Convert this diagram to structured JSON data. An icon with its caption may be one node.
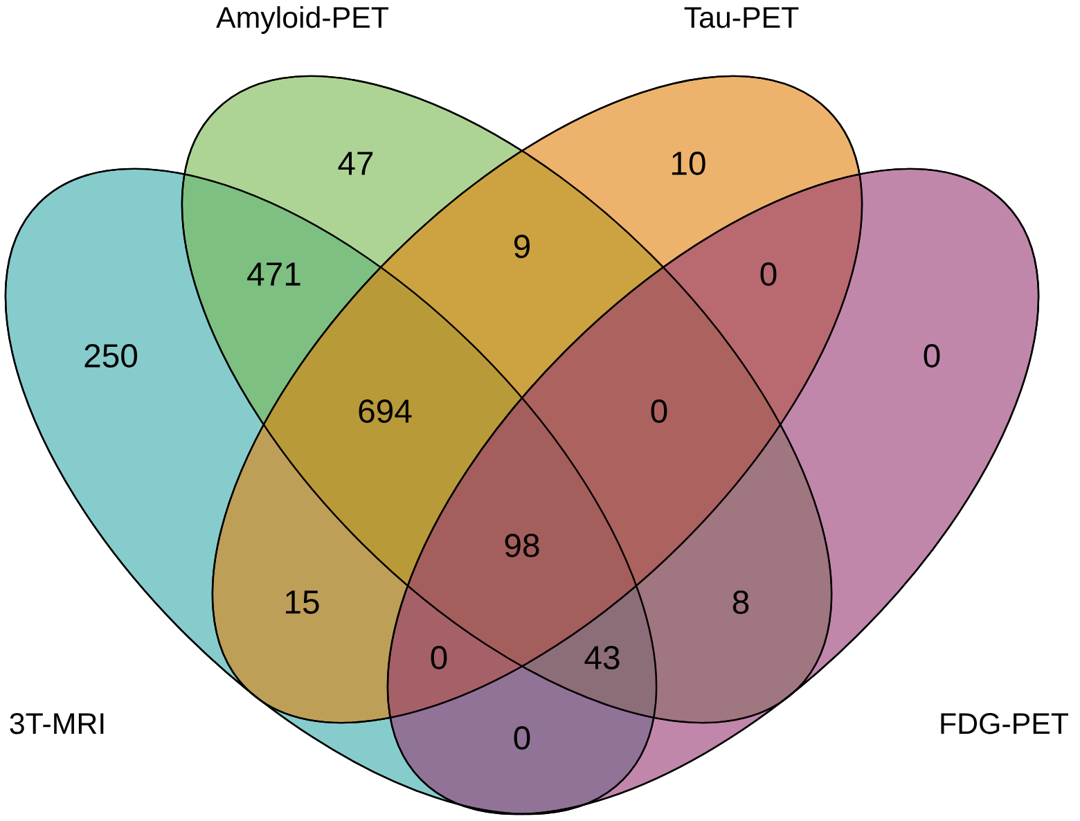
{
  "diagram": {
    "nodes": [
      {
        "text": [
          "Amyloid-PET"
        ]
      },
      {
        "text": [
          "Tau-PET"
        ]
      },
      {
        "text": [
          "3T-MRI"
        ]
      },
      {
        "text": [
          "FDG-PET"
        ]
      }
    ],
    "labels": [
      "47",
      "10",
      "9",
      "471",
      "0",
      "250",
      "0",
      "694",
      "0",
      "98",
      "15",
      "8",
      "0",
      "43",
      "0"
    ]
  }
}
